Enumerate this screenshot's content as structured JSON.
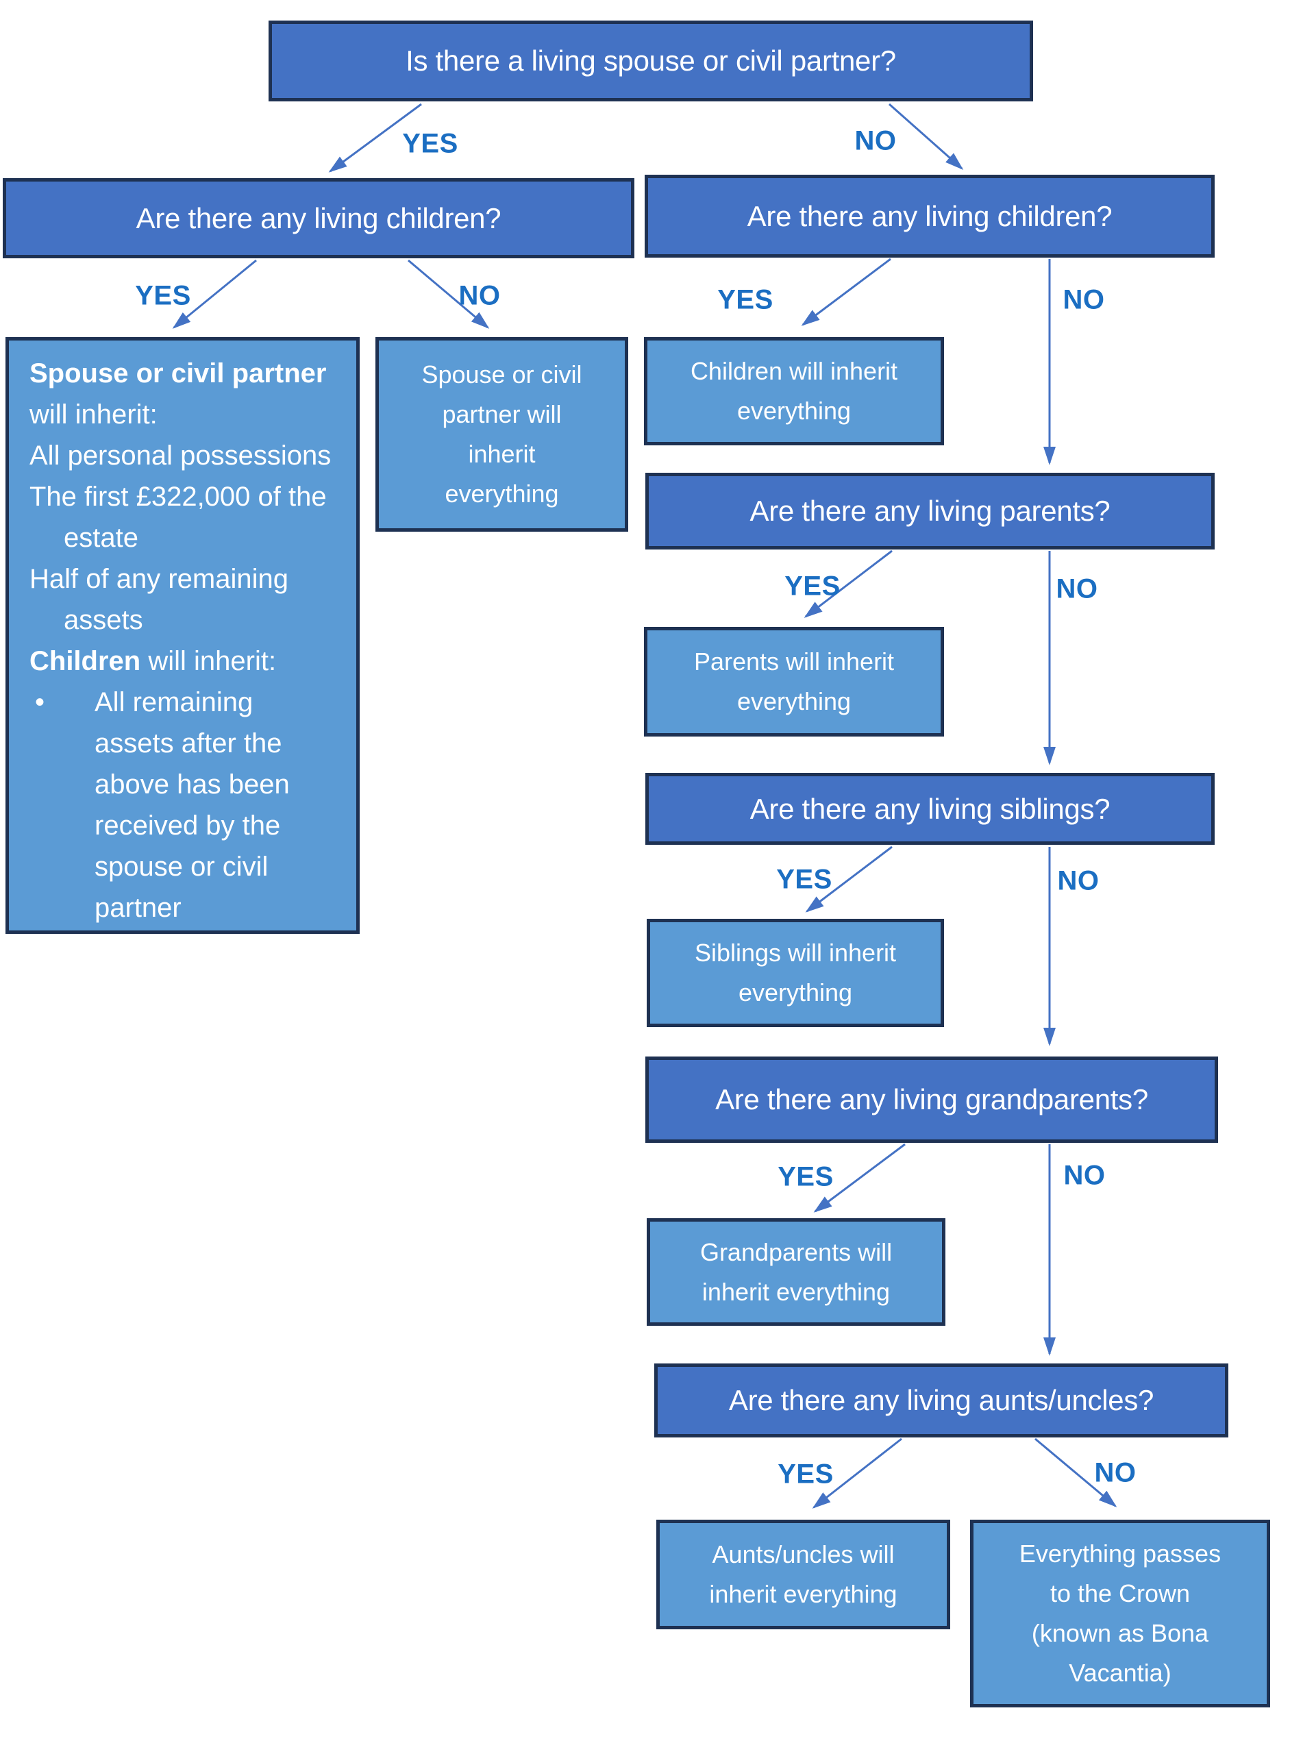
{
  "palette": {
    "question_fill": "#4472c4",
    "result_fill": "#5b9bd5",
    "border": "#1e3152",
    "edge_label_color": "#1b6ec2",
    "arrow_color": "#4472c4",
    "text_color": "#ffffff",
    "background": "#ffffff"
  },
  "labels": {
    "yes": "YES",
    "no": "NO"
  },
  "nodes": {
    "q_spouse": "Is there a living spouse or civil partner?",
    "q_children_left": "Are there any living children?",
    "q_children_right": "Are there any living children?",
    "q_parents": "Are there any living parents?",
    "q_siblings": "Are there any living siblings?",
    "q_grandparents": "Are there any living grandparents?",
    "q_aunts": "Are there any living aunts/uncles?",
    "r_spouse_children": {
      "heading": "Spouse or civil partner",
      "line_will_inherit": "will inherit:",
      "line_personal": "All personal possessions",
      "line_first": "The first £322,000 of the",
      "line_first_cont": "estate",
      "line_half": "Half of any remaining",
      "line_half_cont": "assets",
      "heading_children": "Children",
      "line_children_inherit": " will inherit:",
      "bullet_glyph": "•",
      "bullet_lines": {
        "l1": "All remaining",
        "l2": "assets after the",
        "l3": "above has been",
        "l4": "received by the",
        "l5": "spouse or civil",
        "l6": "partner"
      }
    },
    "r_spouse_all": "Spouse or civil\npartner will\ninherit\neverything",
    "r_children_all": "Children will inherit\neverything",
    "r_parents_all": "Parents will inherit\neverything",
    "r_siblings_all": "Siblings will inherit\neverything",
    "r_grandparents_all": "Grandparents will\ninherit everything",
    "r_aunts_all": "Aunts/uncles will\ninherit everything",
    "r_crown": "Everything passes\nto the Crown\n(known as Bona\nVacantia)"
  }
}
